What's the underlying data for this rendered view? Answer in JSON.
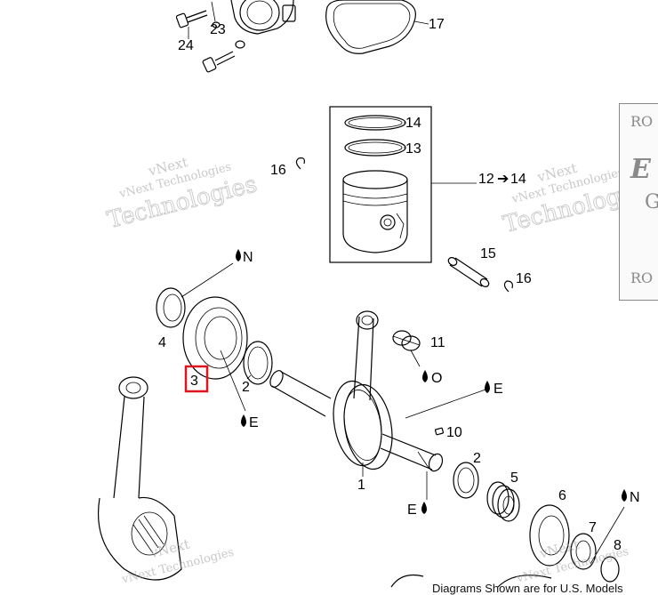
{
  "callouts": {
    "c1": "1",
    "c2a": "2",
    "c2b": "2",
    "c3": "3",
    "c4": "4",
    "c5": "5",
    "c6": "6",
    "c7": "7",
    "c8": "8",
    "c10": "10",
    "c11": "11",
    "c12": "12",
    "c14arrow": "14",
    "c13": "13",
    "c14": "14",
    "c15": "15",
    "c16a": "16",
    "c16b": "16",
    "c17": "17",
    "c23": "23",
    "c24": "24"
  },
  "lube_marks": {
    "n1": "N",
    "n2": "N",
    "e1": "E",
    "e2": "E",
    "e3": "E",
    "o1": "O"
  },
  "arrow_glyph": "➔",
  "highlight": {
    "target": "3",
    "color": "#e0141e"
  },
  "watermark": {
    "line1": "vNext",
    "line2": "vNext Technologies",
    "line3": "Technologies"
  },
  "legend_panel": {
    "top": "RO",
    "middle_big": "E",
    "middle_small": "G",
    "bottom": "RO"
  },
  "footer": {
    "note": "Diagrams Shown are for U.S. Models"
  }
}
